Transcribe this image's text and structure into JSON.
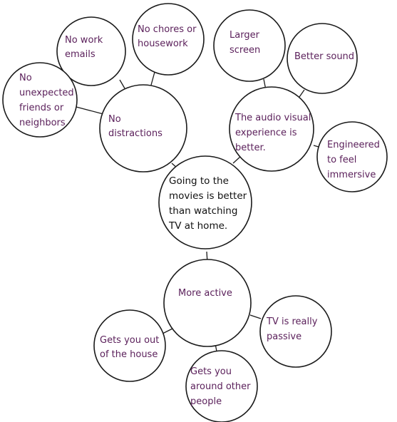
{
  "colors": {
    "text_purple": "#5a1f5a",
    "text_black": "#111111",
    "stroke": "#1a1a1a",
    "background": "#ffffff"
  },
  "nodes": {
    "center": [
      "Going to the",
      "movies is better",
      "than watching",
      "TV at home."
    ],
    "no_distractions": [
      "No",
      "distractions"
    ],
    "no_work_emails": [
      "No work",
      "emails"
    ],
    "no_chores": [
      "No chores or",
      "housework"
    ],
    "no_unexpected_friends": [
      "No",
      "unexpected",
      "friends or",
      "neighbors"
    ],
    "audio_visual": [
      "The audio visual",
      "experience is",
      "better."
    ],
    "larger_screen": [
      "Larger",
      "screen"
    ],
    "better_sound": [
      "Better sound"
    ],
    "engineered_immersive": [
      "Engineered",
      "to feel",
      "immersive"
    ],
    "more_active": [
      "More active"
    ],
    "tv_passive": [
      "TV is really",
      "passive"
    ],
    "gets_you_out": [
      "Gets you out",
      "of the house"
    ],
    "around_people": [
      "Gets you",
      "around other",
      "people"
    ]
  }
}
